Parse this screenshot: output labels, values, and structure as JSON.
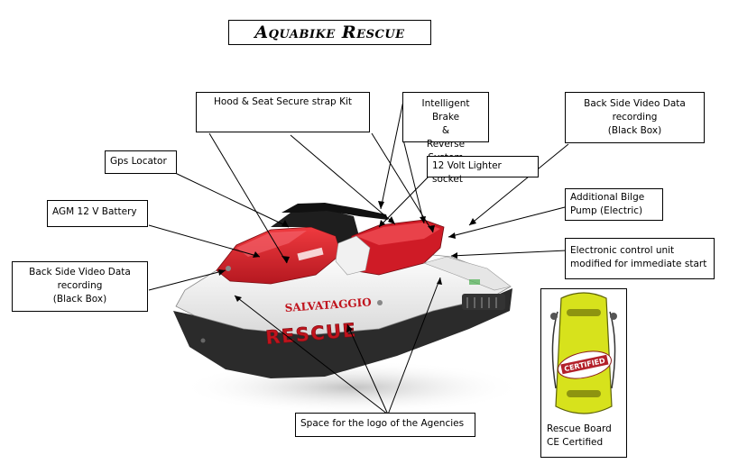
{
  "title": "Aquabike Rescue",
  "labels": {
    "hood": "Hood & Seat Secure strap Kit",
    "brake": [
      "Intelligent Brake",
      "&",
      "Reverse System"
    ],
    "backTop": [
      "Back Side Video Data",
      "recording",
      "(Black Box)"
    ],
    "gps": "Gps Locator",
    "lighter": "12 Volt Lighter socket",
    "battery": "AGM 12 V Battery",
    "bilge": [
      "Additional Bilge",
      "Pump (Electric)"
    ],
    "ecu": [
      "Electronic control unit",
      "modified for immediate start"
    ],
    "backLeft": [
      "Back Side Video Data",
      "recording",
      "(Black Box)"
    ],
    "logo": "Space for the logo of the Agencies",
    "board": [
      "Rescue Board",
      "CE Certified"
    ]
  },
  "hull": {
    "text_main": "RESCUE",
    "text_small": "SALVATAGGIO"
  },
  "badge": "CERTIFIED",
  "colors": {
    "hull_red": "#d8202a",
    "hull_white": "#f4f4f4",
    "hull_dark": "#2b2b2b",
    "board_yellow": "#d7e21c",
    "line": "#000000"
  }
}
